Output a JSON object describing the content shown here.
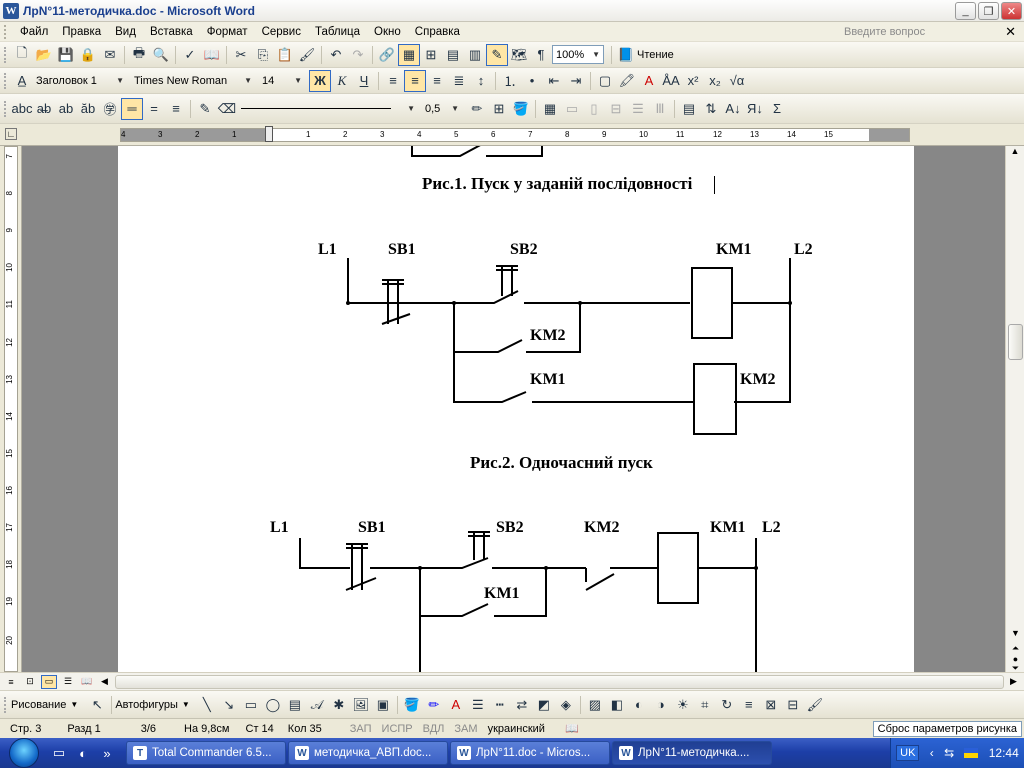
{
  "window": {
    "title": "ЛрN°11-методичка.doc - Microsoft Word",
    "app_icon": "W"
  },
  "menu": {
    "items": [
      "Файл",
      "Правка",
      "Вид",
      "Вставка",
      "Формат",
      "Сервис",
      "Таблица",
      "Окно",
      "Справка"
    ],
    "ask_placeholder": "Введите вопрос"
  },
  "toolbar_standard": {
    "zoom": "100%",
    "read_label": "Чтение"
  },
  "toolbar_format": {
    "style": "Заголовок 1",
    "font": "Times New Roman",
    "size": "14",
    "bold": "Ж",
    "italic": "К",
    "underline": "Ч"
  },
  "toolbar_tables": {
    "line_weight": "0,5"
  },
  "ruler": {
    "h_ticks": [
      "4",
      "3",
      "2",
      "1",
      "1",
      "2",
      "3",
      "4",
      "5",
      "6",
      "7",
      "8",
      "9",
      "10",
      "11",
      "12",
      "13",
      "14",
      "15"
    ],
    "v_ticks": [
      "7",
      "8",
      "9",
      "10",
      "11",
      "12",
      "13",
      "14",
      "15",
      "16",
      "17",
      "18",
      "19",
      "20"
    ]
  },
  "document": {
    "caption1": "Рис.1. Пуск у заданій послідовності",
    "caption2": "Рис.2. Одночасний пуск",
    "fig2": {
      "L1": "L1",
      "SB1": "SB1",
      "SB2": "SB2",
      "KM1": "KM1",
      "L2": "L2",
      "KM2_contact": "KM2",
      "KM1_contact": "KM1",
      "KM2_coil": "KM2"
    },
    "fig3": {
      "L1": "L1",
      "SB1": "SB1",
      "SB2": "SB2",
      "KM2": "KM2",
      "KM1": "KM1",
      "L2": "L2",
      "KM1_contact": "KM1"
    }
  },
  "drawbar": {
    "draw_label": "Рисование",
    "autoshapes_label": "Автофигуры"
  },
  "status": {
    "page": "Стр. 3",
    "section": "Разд 1",
    "pages": "3/6",
    "at": "На 9,8см",
    "line": "Ст 14",
    "col": "Кол 35",
    "rec": "ЗАП",
    "trk": "ИСПР",
    "ext": "ВДЛ",
    "ovr": "ЗАМ",
    "language": "украинский",
    "reset_button": "Сброс параметров рисунка"
  },
  "taskbar": {
    "tasks": [
      "Total Commander 6.5...",
      "методичка_АВП.doc...",
      "ЛрN°11.doc - Micros...",
      "ЛрN°11-методичка...."
    ],
    "lang": "UK",
    "time": "12:44"
  }
}
